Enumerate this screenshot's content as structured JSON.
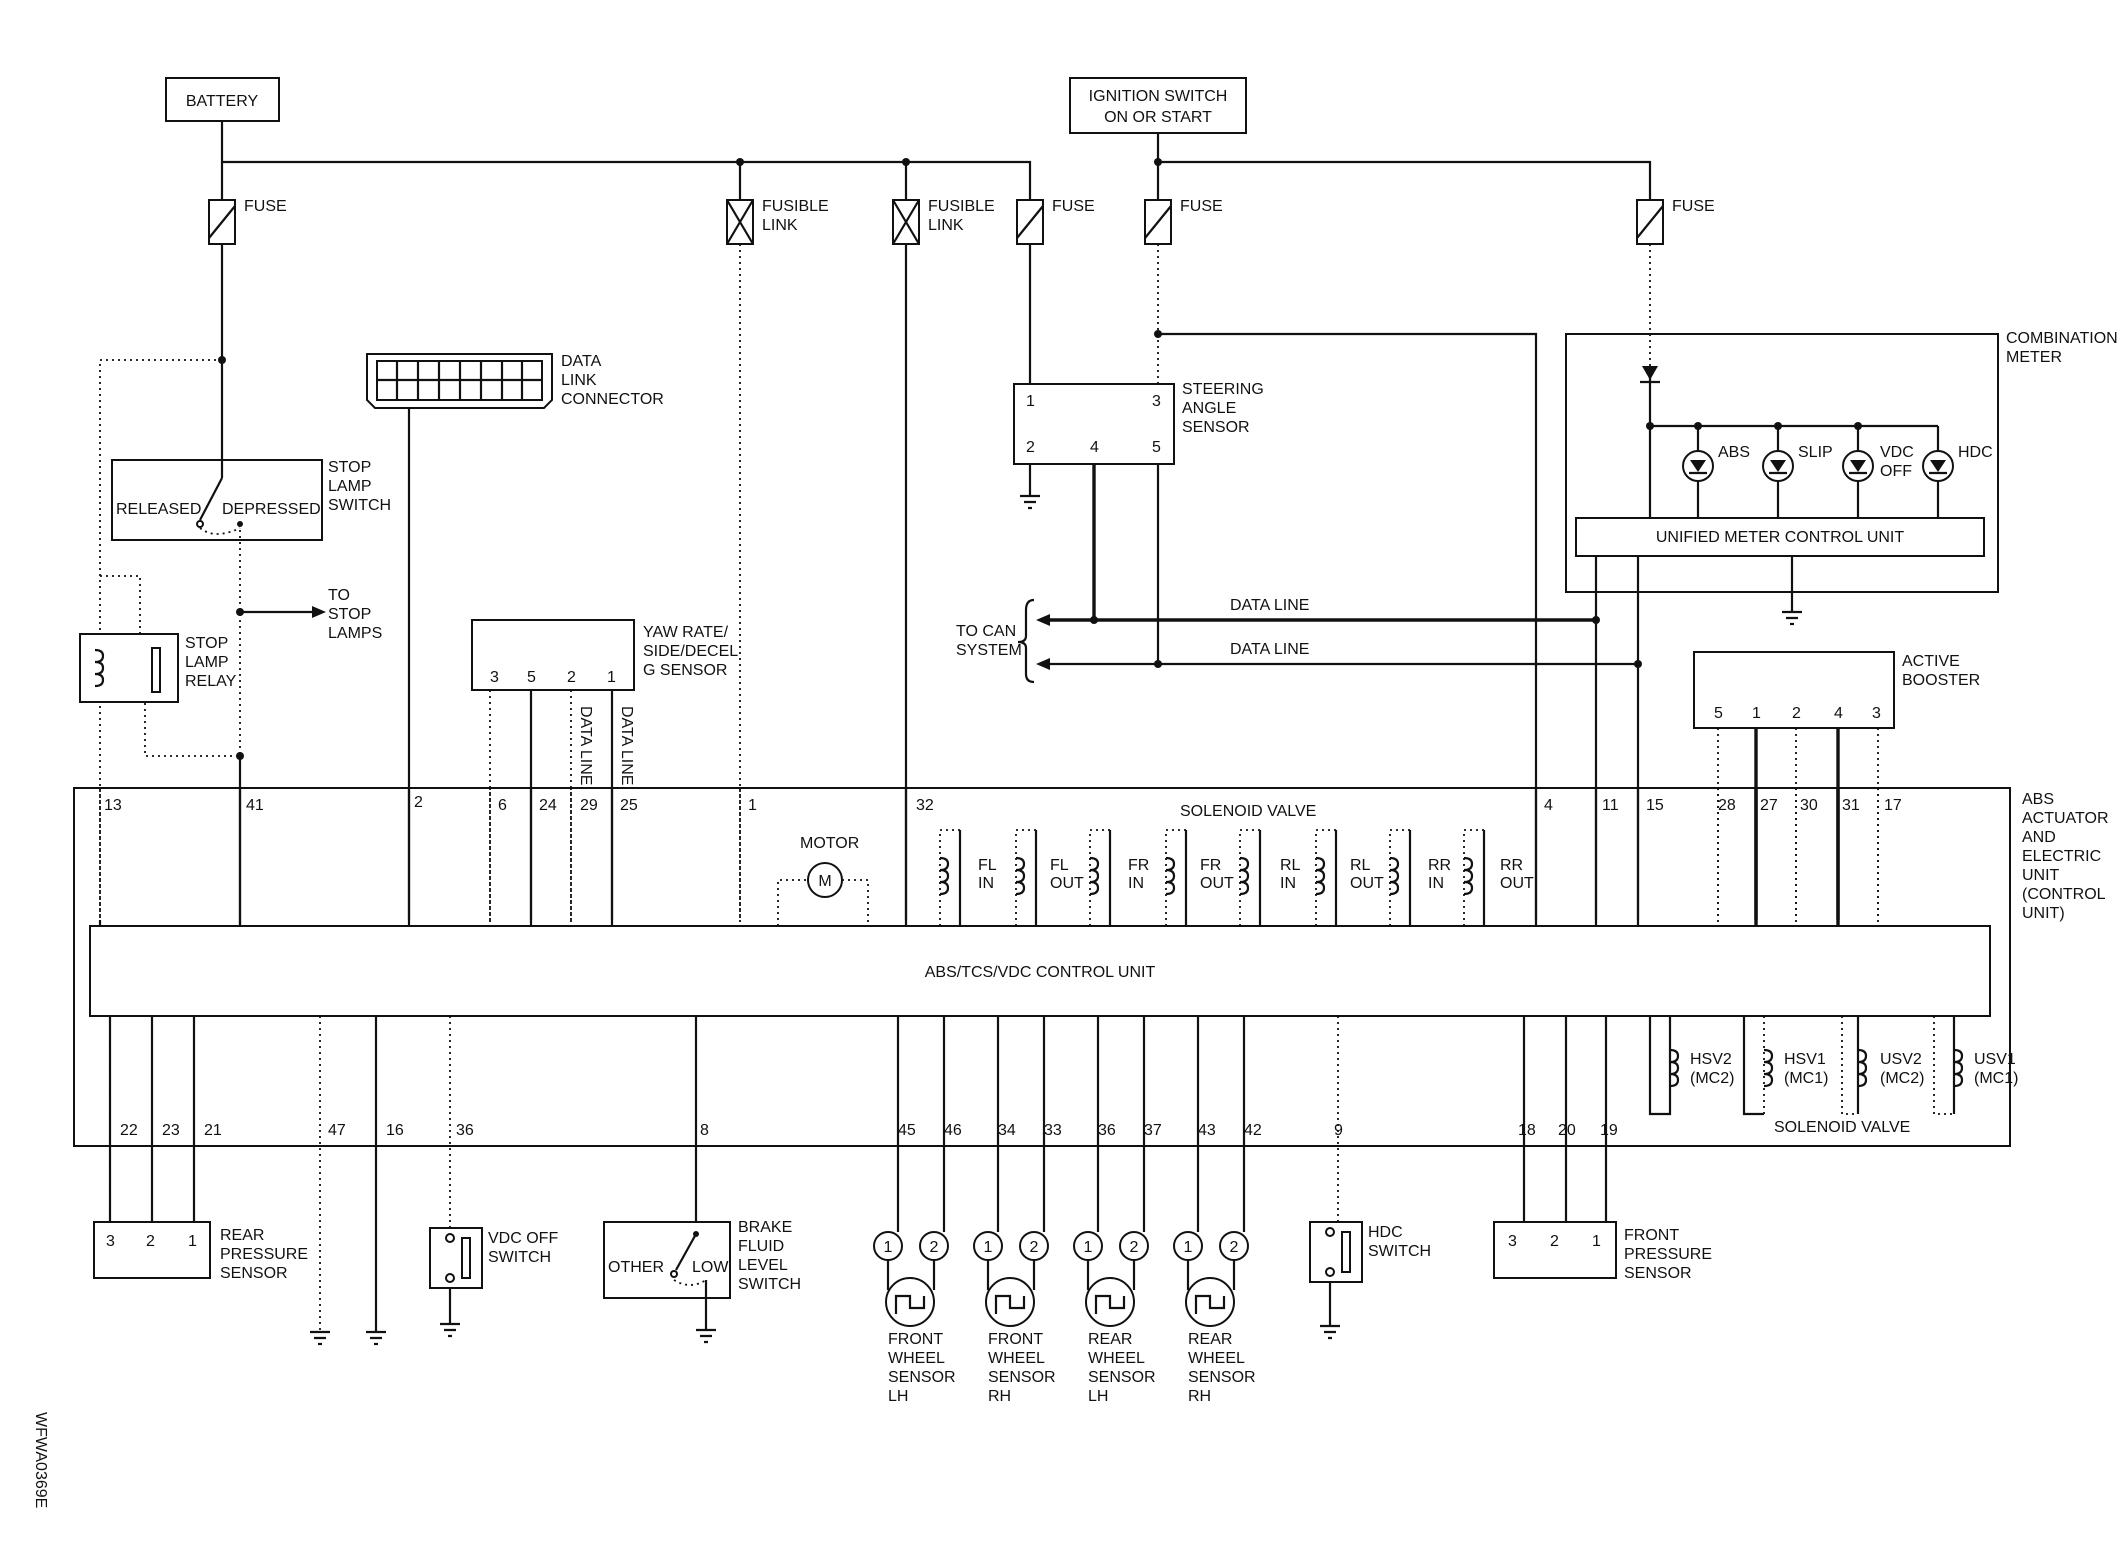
{
  "title_boxes": {
    "battery": "BATTERY",
    "ignition_l1": "IGNITION SWITCH",
    "ignition_l2": "ON OR START"
  },
  "fuses": {
    "fuse": "FUSE",
    "fusible_l1": "FUSIBLE",
    "fusible_l2": "LINK"
  },
  "components": {
    "data_link": [
      "DATA",
      "LINK",
      "CONNECTOR"
    ],
    "stop_lamp_switch": [
      "STOP",
      "LAMP",
      "SWITCH"
    ],
    "released": "RELEASED",
    "depressed": "DEPRESSED",
    "to_stop_lamps": [
      "TO",
      "STOP",
      "LAMPS"
    ],
    "stop_lamp_relay": [
      "STOP",
      "LAMP",
      "RELAY"
    ],
    "yaw_rate": [
      "YAW RATE/",
      "SIDE/DECEL",
      "G SENSOR"
    ],
    "data_line_v": "DATA LINE",
    "steering_angle": [
      "STEERING",
      "ANGLE",
      "SENSOR"
    ],
    "to_can": [
      "TO CAN",
      "SYSTEM"
    ],
    "data_line": "DATA LINE",
    "combination_meter": [
      "COMBINATION",
      "METER"
    ],
    "lamps": [
      "ABS",
      "SLIP",
      "VDC",
      "OFF",
      "HDC"
    ],
    "unified_meter": "UNIFIED METER CONTROL UNIT",
    "active_booster": [
      "ACTIVE",
      "BOOSTER"
    ],
    "abs_actuator": [
      "ABS",
      "ACTUATOR",
      "AND",
      "ELECTRIC",
      "UNIT",
      "(CONTROL",
      "UNIT)"
    ],
    "solenoid_valve": "SOLENOID VALVE",
    "motor": "MOTOR",
    "motor_symbol": "M",
    "control_unit": "ABS/TCS/VDC CONTROL UNIT",
    "rear_pressure": [
      "REAR",
      "PRESSURE",
      "SENSOR"
    ],
    "vdc_off_switch": [
      "VDC OFF",
      "SWITCH"
    ],
    "brake_fluid": [
      "BRAKE",
      "FLUID",
      "LEVEL",
      "SWITCH"
    ],
    "other": "OTHER",
    "low": "LOW",
    "front_lh": [
      "FRONT",
      "WHEEL",
      "SENSOR",
      "LH"
    ],
    "front_rh": [
      "FRONT",
      "WHEEL",
      "SENSOR",
      "RH"
    ],
    "rear_lh": [
      "REAR",
      "WHEEL",
      "SENSOR",
      "LH"
    ],
    "rear_rh": [
      "REAR",
      "WHEEL",
      "SENSOR",
      "RH"
    ],
    "hdc_switch": [
      "HDC",
      "SWITCH"
    ],
    "front_pressure": [
      "FRONT",
      "PRESSURE",
      "SENSOR"
    ],
    "code": "WFWA0369E"
  },
  "valves_top": [
    [
      "FL",
      "IN"
    ],
    [
      "FL",
      "OUT"
    ],
    [
      "FR",
      "IN"
    ],
    [
      "FR",
      "OUT"
    ],
    [
      "RL",
      "IN"
    ],
    [
      "RL",
      "OUT"
    ],
    [
      "RR",
      "IN"
    ],
    [
      "RR",
      "OUT"
    ]
  ],
  "valves_bottom": [
    [
      "HSV2",
      "(MC2)"
    ],
    [
      "HSV1",
      "(MC1)"
    ],
    [
      "USV2",
      "(MC2)"
    ],
    [
      "USV1",
      "(MC1)"
    ]
  ],
  "pins": {
    "steering": [
      "1",
      "3",
      "2",
      "4",
      "5"
    ],
    "yaw": [
      "3",
      "5",
      "2",
      "1"
    ],
    "booster": [
      "5",
      "1",
      "2",
      "4",
      "3"
    ],
    "abs_top": [
      "13",
      "41",
      "2",
      "6",
      "24",
      "29",
      "25",
      "1",
      "32",
      "4",
      "11",
      "15",
      "28",
      "27",
      "30",
      "31",
      "17"
    ],
    "abs_bottom": [
      "22",
      "23",
      "21",
      "47",
      "16",
      "36",
      "8",
      "45",
      "46",
      "34",
      "33",
      "36",
      "37",
      "43",
      "42",
      "9",
      "18",
      "20",
      "19"
    ],
    "rear_pressure": [
      "3",
      "2",
      "1"
    ],
    "front_pressure": [
      "3",
      "2",
      "1"
    ],
    "wheel": [
      "1",
      "2"
    ]
  }
}
